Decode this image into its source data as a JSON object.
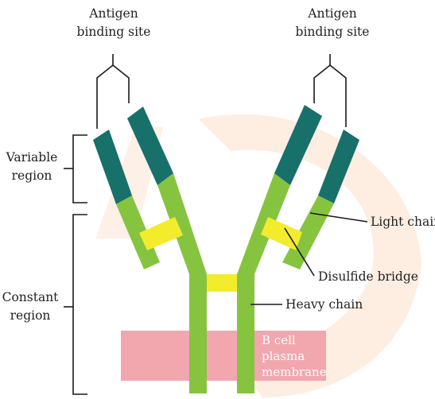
{
  "labels": {
    "antigen_left_1": "Antigen",
    "antigen_left_2": "binding site",
    "antigen_right_1": "Antigen",
    "antigen_right_2": "binding site",
    "variable_1": "Variable",
    "variable_2": "region",
    "constant_1": "Constant",
    "constant_2": "region",
    "light_chain": "Light chain",
    "disulfide": "Disulfide bridge",
    "heavy_chain": "Heavy chain",
    "membrane_1": "B cell",
    "membrane_2": "plasma",
    "membrane_3": "membrane"
  },
  "colors": {
    "variable": "#17706a",
    "constant": "#86c440",
    "bridge": "#f2ec2c",
    "membrane": "#f2a6ae",
    "line": "#1a1a1a",
    "watermark": "#fde3cf"
  }
}
